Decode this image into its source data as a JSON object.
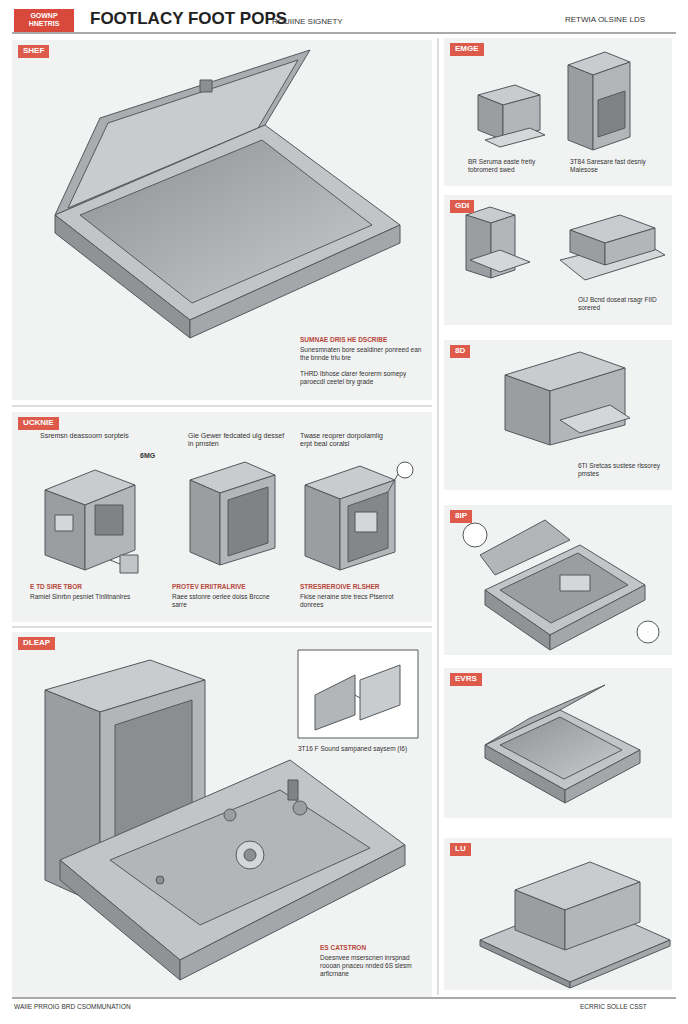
{
  "diagram": {
    "title": "FOOTLACY FOOT POPS",
    "nodes": [
      {
        "text": [
          "SHEF"
        ]
      },
      {
        "text": [
          "UCKNIE"
        ]
      },
      {
        "text": [
          "DLEAP"
        ]
      },
      {
        "text": [
          "EMGE"
        ]
      },
      {
        "text": [
          "GDI"
        ]
      },
      {
        "text": [
          "8D"
        ]
      },
      {
        "text": [
          "8IP"
        ]
      },
      {
        "text": [
          "EVRS"
        ]
      },
      {
        "text": [
          "LU"
        ]
      }
    ],
    "labels": [
      "GOWNP HNETRIS",
      "ROUIINE SIGNETY",
      "RETWIA OLSINE LDS",
      "SUMNAE DRIS HE DSCRIBE",
      "Sunesmnaten bore sealdiner ponreed ean the bnnde trlu bre",
      "THRD Ibhose clarer feorerm somepy paroecdl ceetel bry grade",
      "Ssremsn deassoorn sorptels",
      "Gie Gewer fedcated ulg dessef in prnsten",
      "Twase reoprer dorpolamlig erpt beal coralsl",
      "6MG",
      "E TD SIRE TBOR",
      "Ramiel Sinrbn pesniet Tlnlitnanlres",
      "PROTEV ERIITRALRIVE",
      "Raee sstonre oerlee doiss Brccne sarre",
      "STRESREROIVE RLSHER",
      "Fkise neraine stre trecs Ptsenrot donrees",
      "3T16 F Sound sampaned saysem (I6)",
      "ES CATSTRON",
      "Doesnvee mserscnen inrspnad roooan pnaceu nnded 6S slesm arflcrnane",
      "BR Seruma easte fretiy tobromerd swed",
      "3T84 Saresare fast desniy Maiesose",
      "OIJ Bcnd doseat rsagr FIID sorered",
      "6TI Sretcas sustese rlssorey pmstes",
      "WAIIE PRROIG BRD CSOMMUNATION",
      "ECRRIC SOLLE CSST"
    ]
  }
}
